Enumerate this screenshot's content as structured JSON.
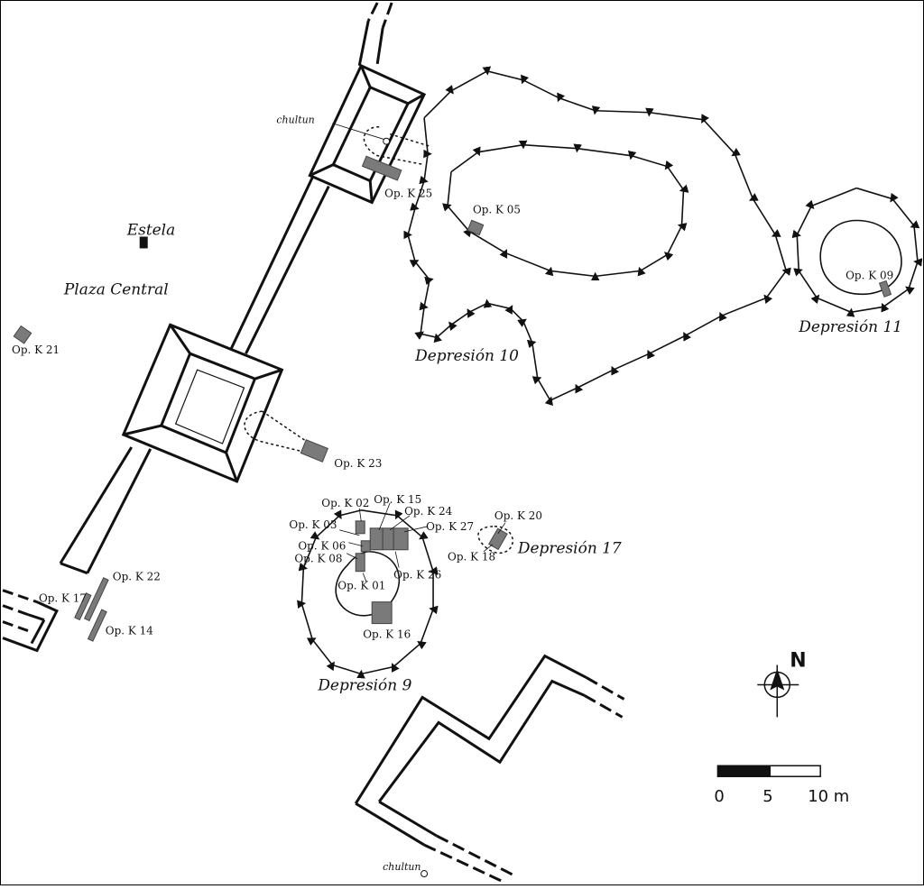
{
  "map": {
    "labels": {
      "plaza": "Plaza Central",
      "estela": "Estela",
      "chultun_top": "chultun",
      "chultun_bottom": "chultun",
      "dep9": "Depresión 9",
      "dep10": "Depresión 10",
      "dep11": "Depresión 11",
      "dep17": "Depresión 17"
    },
    "operations": {
      "k01": "Op. K 01",
      "k02": "Op. K 02",
      "k03": "Op. K 03",
      "k05": "Op. K 05",
      "k06": "Op. K 06",
      "k08": "Op. K 08",
      "k09": "Op. K 09",
      "k14": "Op. K 14",
      "k15": "Op. K 15",
      "k16": "Op. K 16",
      "k17": "Op. K 17",
      "k18": "Op. K 18",
      "k20": "Op. K 20",
      "k21": "Op. K 21",
      "k22": "Op. K 22",
      "k23": "Op. K 23",
      "k24": "Op. K 24",
      "k25": "Op. K 25",
      "k26": "Op. K 26",
      "k27": "Op. K 27"
    },
    "north_label": "N",
    "scale": {
      "tick0": "0",
      "tick5": "5",
      "tick10": "10 m"
    }
  }
}
